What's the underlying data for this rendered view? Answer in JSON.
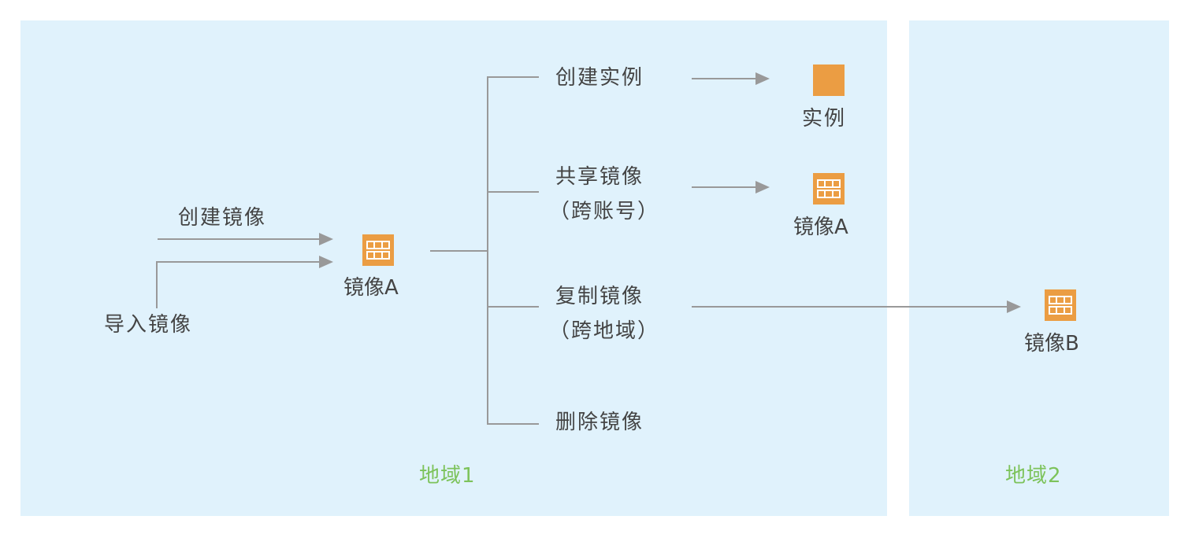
{
  "regions": [
    {
      "label": "地域1"
    },
    {
      "label": "地域2"
    }
  ],
  "sources": {
    "create_image": "创建镜像",
    "import_image": "导入镜像"
  },
  "central_node": {
    "label": "镜像A",
    "icon": "image-icon"
  },
  "operations": [
    {
      "line1": "创建实例",
      "line2": ""
    },
    {
      "line1": "共享镜像",
      "line2": "（跨账号）"
    },
    {
      "line1": "复制镜像",
      "line2": "（跨地域）"
    },
    {
      "line1": "删除镜像",
      "line2": ""
    }
  ],
  "targets": {
    "instance": {
      "label": "实例",
      "icon": "instance-icon"
    },
    "shared_image": {
      "label": "镜像A",
      "icon": "image-icon"
    },
    "copied_image": {
      "label": "镜像B",
      "icon": "image-icon"
    }
  },
  "colors": {
    "region_bg": "#e0f2fc",
    "region_label": "#7dc35b",
    "icon_orange": "#eb9d43",
    "line_gray": "#999999",
    "text": "#444444"
  }
}
